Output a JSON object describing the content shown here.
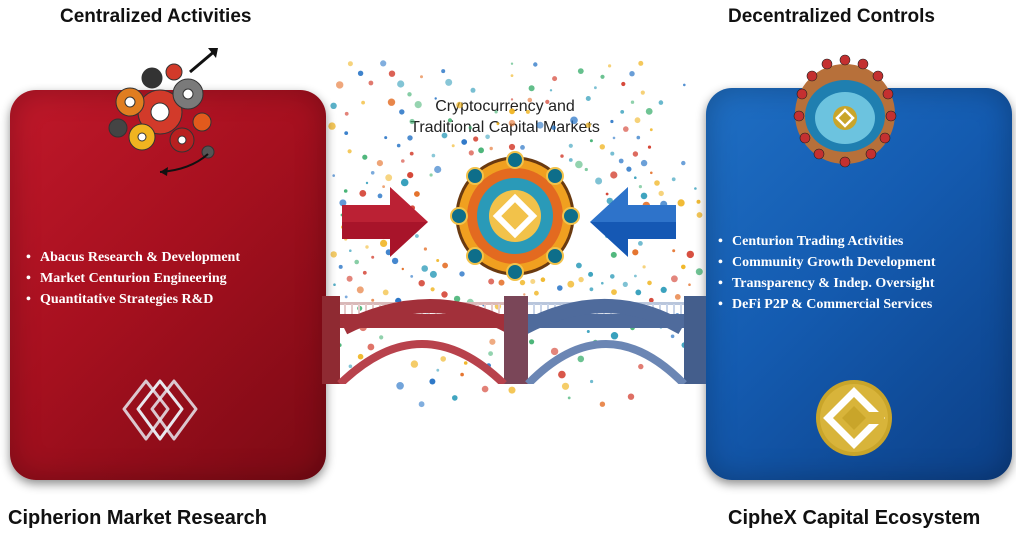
{
  "left": {
    "title": "Centralized Activities",
    "bullets": [
      "Abacus Research & Development",
      "Market Centurion Engineering",
      "Quantitative Strategies R&D"
    ],
    "footer": "Cipherion Market Research"
  },
  "center": {
    "title_line1": "Cryptocurrency and",
    "title_line2": "Traditional Capital Markets"
  },
  "right": {
    "title": "Decentralized Controls",
    "bullets": [
      "Centurion Trading Activities",
      "Community Growth Development",
      "Transparency & Indep. Oversight",
      "DeFi P2P & Commercial Services"
    ],
    "footer": "CipheX Capital Ecosystem"
  },
  "colors": {
    "left_panel": "#a6101f",
    "right_panel": "#145bb0",
    "bridge_left": "#a2303a",
    "bridge_right": "#4f6b9c",
    "gold": "#c9a52a"
  },
  "icons": [
    "gears-icon",
    "roman-council-icon",
    "network-hub-icon",
    "cipherion-logo-icon",
    "ciphex-logo-icon",
    "right-arrow-icon",
    "left-arrow-icon",
    "bridge-icon"
  ]
}
